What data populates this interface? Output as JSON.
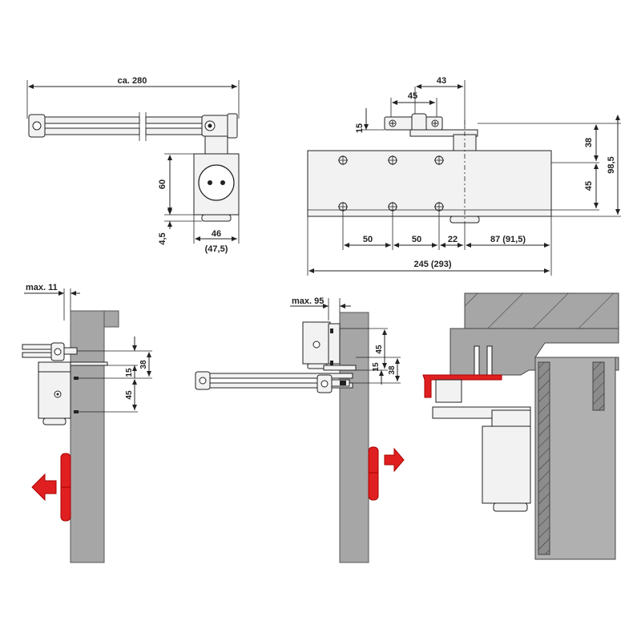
{
  "dims": {
    "top_left": {
      "total_length": "ca. 280",
      "height": "60",
      "offset": "4,5",
      "width": "46",
      "width_alt": "(47,5)"
    },
    "top_right": {
      "d43": "43",
      "d45_top": "45",
      "d15": "15",
      "d38": "38",
      "d45_right": "45",
      "d98": "98,5",
      "d50a": "50",
      "d50b": "50",
      "d22": "22",
      "d87": "87 (91,5)",
      "d245": "245 (293)"
    },
    "bottom_left": {
      "max11": "max. 11",
      "d15": "15",
      "d38": "38",
      "d45": "45"
    },
    "bottom_mid": {
      "max95": "max. 95",
      "d45": "45",
      "d15": "15",
      "d38": "38"
    }
  },
  "colors": {
    "door": "#a6a6a6",
    "arrow": "#e02020"
  }
}
